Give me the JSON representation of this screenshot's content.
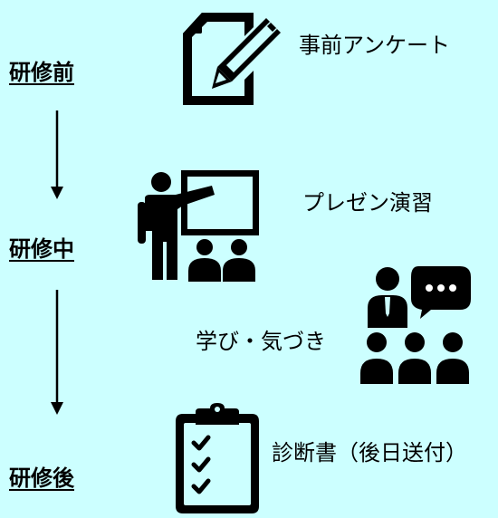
{
  "stages": [
    {
      "label": "研修前"
    },
    {
      "label": "研修中"
    },
    {
      "label": "研修後"
    }
  ],
  "items": [
    {
      "caption": "事前アンケート",
      "icon": "survey-pencil-icon"
    },
    {
      "caption": "プレゼン演習",
      "icon": "presentation-teacher-icon"
    },
    {
      "caption": "学び・気づき",
      "icon": "discussion-group-icon"
    },
    {
      "caption": "診断書（後日送付）",
      "icon": "clipboard-checklist-icon"
    }
  ],
  "colors": {
    "background": "#ccffff",
    "ink": "#000000",
    "icon_accent": "#ffffff"
  }
}
